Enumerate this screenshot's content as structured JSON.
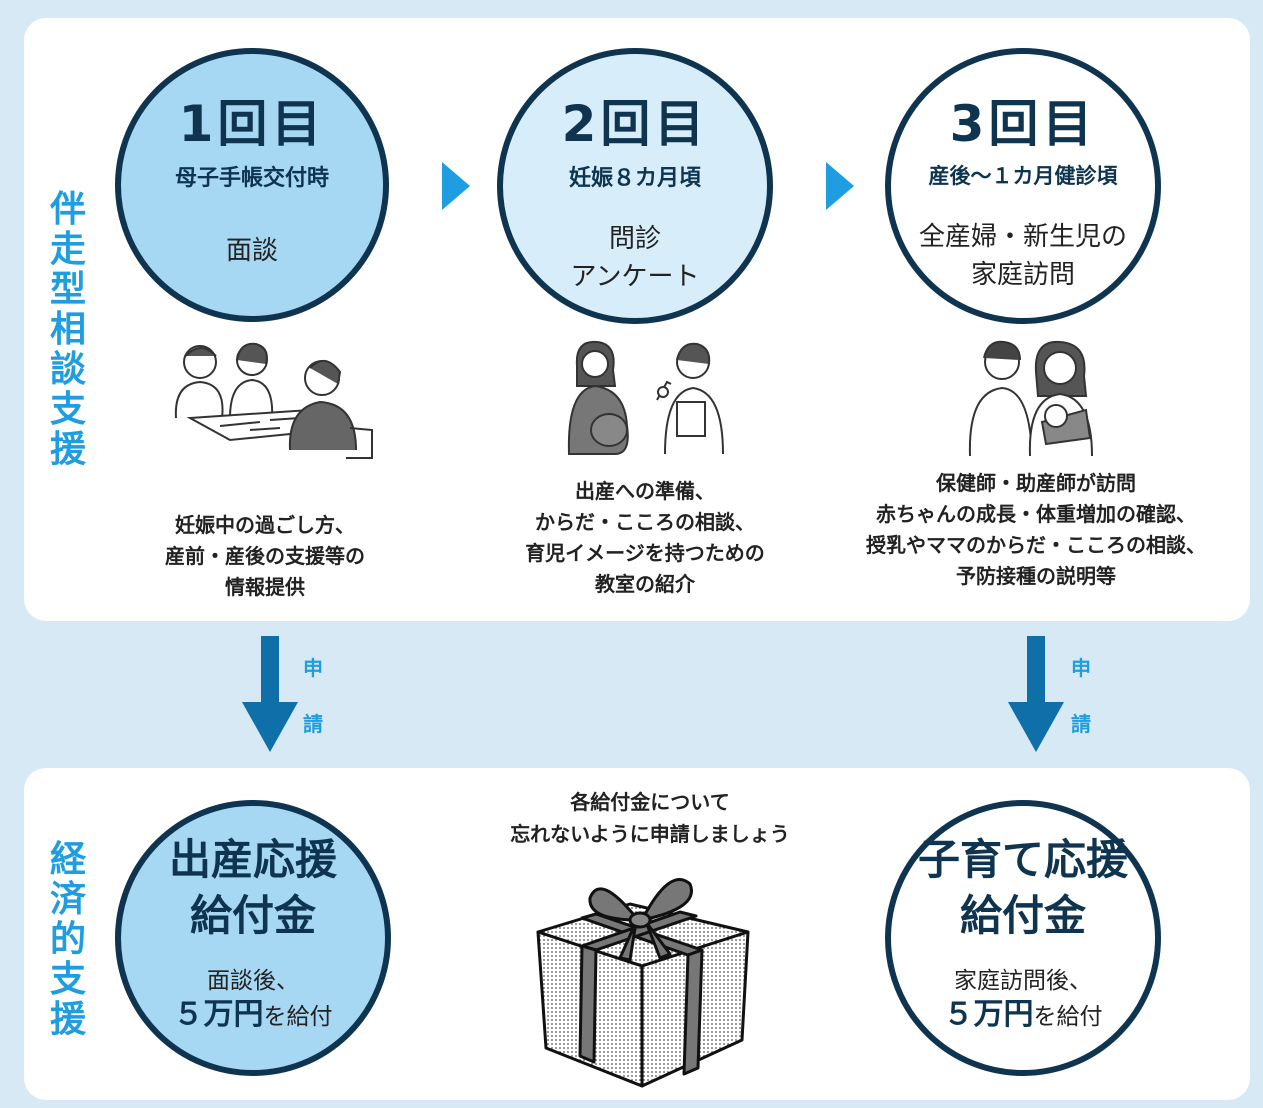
{
  "support_labels": {
    "accompany": "伴走型相談支援",
    "economic": "経済的支援"
  },
  "rounds": [
    {
      "title": "1回目",
      "subtitle": "母子手帳交付時",
      "desc": [
        "面談"
      ],
      "caption": [
        "妊娠中の過ごし方、",
        "産前・産後の支援等の",
        "情報提供"
      ]
    },
    {
      "title": "2回目",
      "subtitle": "妊娠８カ月頃",
      "desc": [
        "問診",
        "アンケート"
      ],
      "caption": [
        "出産への準備、",
        "からだ・こころの相談、",
        "育児イメージを持つための",
        "教室の紹介"
      ]
    },
    {
      "title": "3回目",
      "subtitle": "産後～１カ月健診頃",
      "desc": [
        "全産婦・新生児の",
        "家庭訪問"
      ],
      "caption": [
        "保健師・助産師が訪問",
        "赤ちゃんの成長・体重増加の確認、",
        "授乳やママのからだ・こころの相談、",
        "予防接種の説明等"
      ]
    }
  ],
  "apply_label": [
    "申",
    "請"
  ],
  "benefits": [
    {
      "title": [
        "出産応援",
        "給付金"
      ],
      "desc_line1": "面談後、",
      "amount": "５万円",
      "suffix": "を給付"
    },
    {
      "title": [
        "子育て応援",
        "給付金"
      ],
      "desc_line1": "家庭訪問後、",
      "amount": "５万円",
      "suffix": "を給付"
    }
  ],
  "notice": [
    "各給付金について",
    "忘れないように申請しましょう"
  ],
  "colors": {
    "accent": "#1e9ee0",
    "navy": "#0e3450",
    "arrow": "#0f6fa8",
    "background": "#d6e9f5"
  }
}
